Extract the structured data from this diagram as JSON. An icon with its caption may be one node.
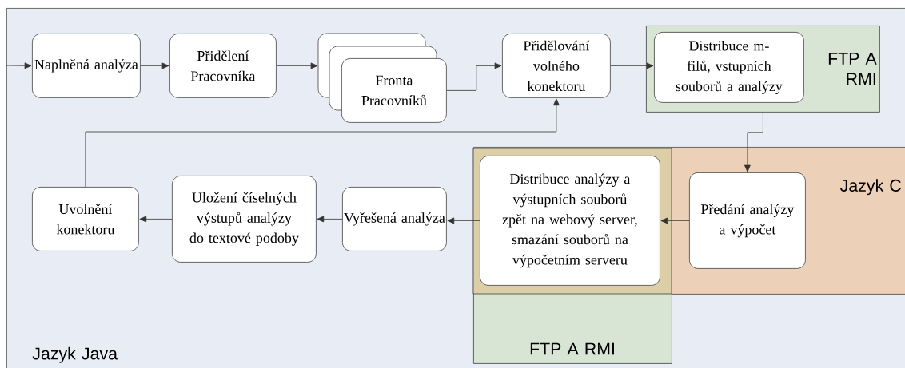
{
  "diagram": {
    "nodes": [
      {
        "text": [
          "Jazyk Java"
        ]
      },
      {
        "text": [
          "Naplněná analýza"
        ],
        "in": 0
      },
      {
        "text": [
          "Přidělení Pracovníka"
        ],
        "in": 0
      },
      {
        "text": [
          "Fronta Pracovníků"
        ],
        "in": 0
      },
      {
        "text": [
          "Přidělování volného konektoru"
        ],
        "in": 0
      },
      {
        "text": [
          "FTP A RMI"
        ],
        "in": 0
      },
      {
        "text": [
          "Distribuce m-filů, vstupních souborů a analýzy"
        ],
        "in": 5
      },
      {
        "text": [
          "Jazyk C"
        ],
        "in": 0
      },
      {
        "text": [
          "FTP A RMI"
        ],
        "in": 0
      },
      {
        "text": [
          "Distribuce analýzy a výstupních souborů zpět na webový server, smazání souborů na výpočetním serveru"
        ]
      },
      {
        "text": [
          "Předání analýzy a výpočet"
        ],
        "in": 7
      },
      {
        "text": [
          "Vyřešená analýza"
        ],
        "in": 0
      },
      {
        "text": [
          "Uložení číselných výstupů analýzy do textové podoby"
        ],
        "in": 0
      },
      {
        "text": [
          "Uvolnění konektoru"
        ],
        "in": 0
      }
    ],
    "edges": [
      {
        "from": null,
        "to": 1,
        "arrow": "to"
      },
      {
        "from": 1,
        "to": 2,
        "arrow": "to"
      },
      {
        "from": 2,
        "to": 3,
        "arrow": "to"
      },
      {
        "from": 3,
        "to": 4,
        "arrow": "to"
      },
      {
        "from": 4,
        "to": 6,
        "arrow": "to"
      },
      {
        "from": 5,
        "to": 10,
        "arrow": "to"
      },
      {
        "from": 10,
        "to": 9,
        "arrow": "to"
      },
      {
        "from": 9,
        "to": 11,
        "arrow": "to"
      },
      {
        "from": 11,
        "to": 12,
        "arrow": "to"
      },
      {
        "from": 12,
        "to": 13,
        "arrow": "to"
      },
      {
        "from": 13,
        "to": 4,
        "arrow": "to"
      }
    ]
  }
}
